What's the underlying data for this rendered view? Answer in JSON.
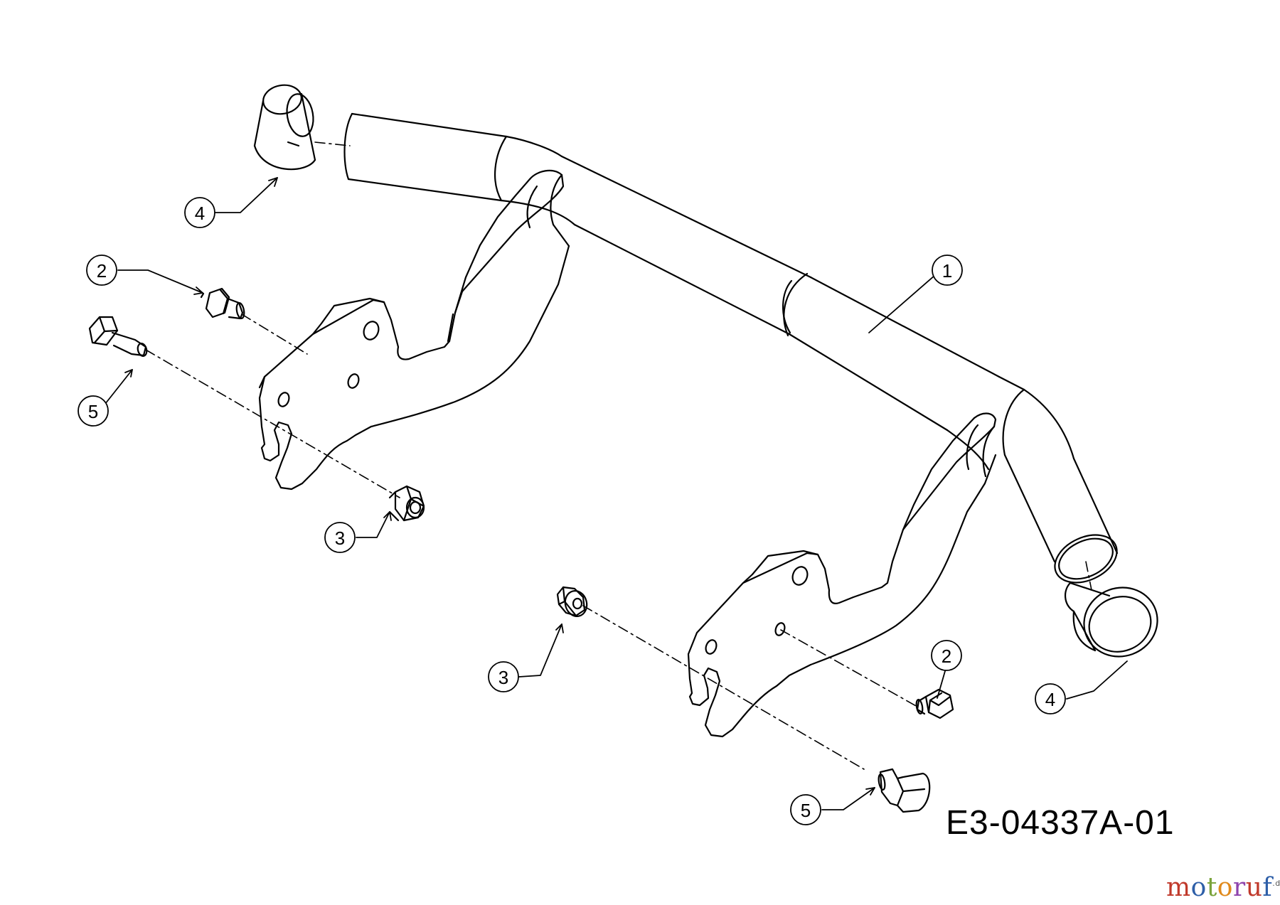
{
  "drawing_code": "E3-04337A-01",
  "callouts": [
    {
      "id": "c1",
      "label": "1",
      "part": "axle"
    },
    {
      "id": "c2a",
      "label": "2",
      "part": "shoulder-bolt"
    },
    {
      "id": "c2b",
      "label": "2",
      "part": "shoulder-bolt"
    },
    {
      "id": "c3a",
      "label": "3",
      "part": "flange-nut"
    },
    {
      "id": "c3b",
      "label": "3",
      "part": "flange-nut"
    },
    {
      "id": "c4a",
      "label": "4",
      "part": "bushing"
    },
    {
      "id": "c4b",
      "label": "4",
      "part": "bushing"
    },
    {
      "id": "c5a",
      "label": "5",
      "part": "hex-bolt"
    },
    {
      "id": "c5b",
      "label": "5",
      "part": "hex-bolt"
    }
  ],
  "watermark": {
    "text": "motoruf",
    "suffix": ".de",
    "colors": [
      "#c0392b",
      "#2e5fa8",
      "#7aa33a",
      "#e08a1c",
      "#8e44ad",
      "#c0392b",
      "#2e5fa8"
    ]
  },
  "line_color": "#000000",
  "background": "#ffffff"
}
